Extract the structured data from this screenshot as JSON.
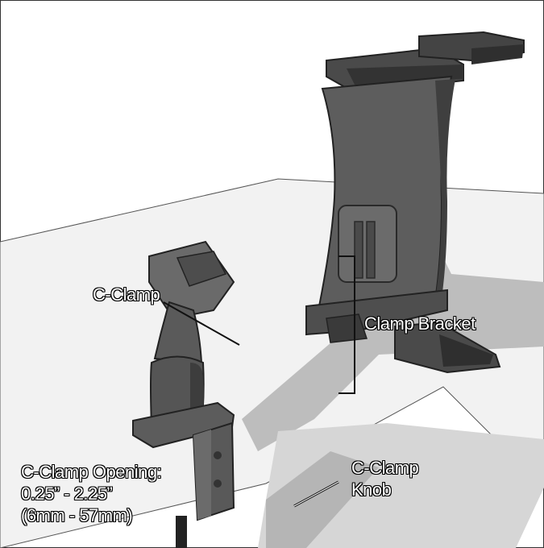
{
  "labels": {
    "c_clamp": "C-Clamp",
    "clamp_bracket": "Clamp Bracket",
    "c_clamp_knob": [
      "C-Clamp",
      "Knob"
    ],
    "opening": [
      "C-Clamp Opening:",
      "0.25” - 2.25”",
      "(6mm - 57mm)"
    ]
  },
  "colors": {
    "body": "#5a5a5a",
    "body_dark": "#3d3d3d",
    "body_light": "#7a7a7a",
    "table_top": "#d9d9d9",
    "table_front": "#e6e6e6",
    "shadow": "#bdbdbd"
  }
}
